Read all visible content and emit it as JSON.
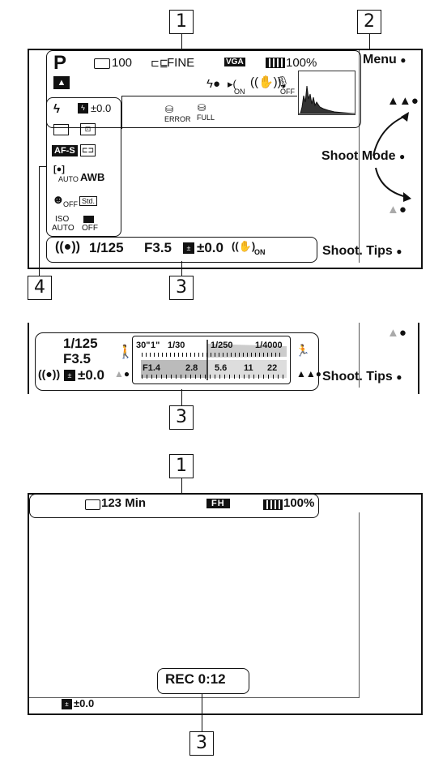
{
  "callouts": {
    "one": "1",
    "two": "2",
    "three": "3",
    "four": "4"
  },
  "panel1": {
    "mode": "P",
    "shots": "100",
    "quality": "FINE",
    "image_size": "VGA",
    "battery": "100%",
    "menu": "Menu",
    "flash_sub": "ON",
    "mic_sub": "OFF",
    "error": "ERROR",
    "full": "FULL",
    "ev": "±0.0",
    "awb": "AWB",
    "afs": "AF-S",
    "face_sub": "OFF",
    "std": "Std.",
    "iso": "ISO",
    "iso_val": "AUTO",
    "dro_val": "OFF",
    "metering_sub": "AUTO",
    "shoot_mode": "Shoot Mode",
    "shutter": "1/125",
    "aperture": "F3.5",
    "exposure": "±0.0",
    "steady_sub": "ON",
    "shoot_tips": "Shoot. Tips"
  },
  "panel2": {
    "shutter": "1/125",
    "aperture": "F3.5",
    "exposure": "±0.0",
    "shutter_scale": [
      "30\"",
      "1\"",
      "1/30",
      "1/250",
      "1/4000"
    ],
    "aperture_scale": [
      "F1.4",
      "2.8",
      "5.6",
      "11",
      "22"
    ],
    "shoot_tips": "Shoot. Tips"
  },
  "panel3": {
    "remaining": "123 Min",
    "movie_size": "FH",
    "battery": "100%",
    "rec": "REC 0:12",
    "exposure": "±0.0"
  }
}
